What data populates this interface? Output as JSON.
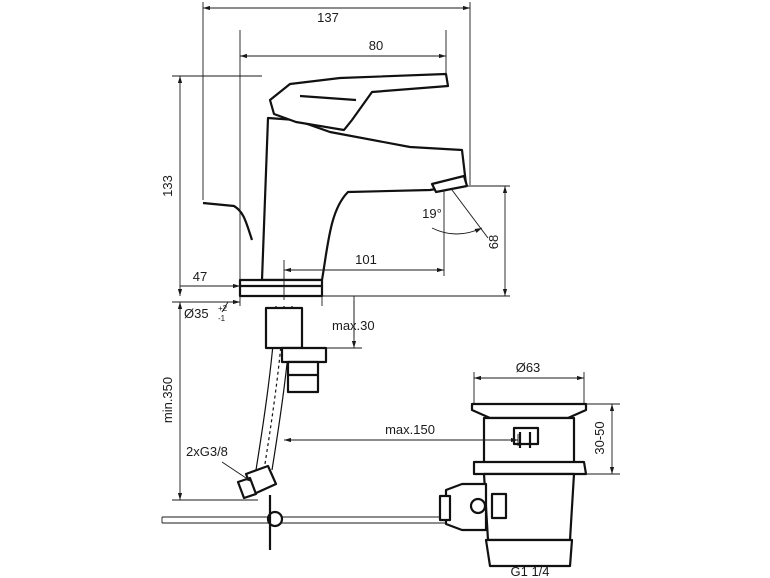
{
  "dimensions": {
    "overall_width": "137",
    "lever_width": "80",
    "height": "133",
    "spout_reach": "101",
    "base_offset": "47",
    "spout_height": "68",
    "base_diameter": "Ø35",
    "base_diameter_tol_plus": "+2",
    "base_diameter_tol_minus": "-1",
    "spout_angle": "19°",
    "deck_thickness": "max.30",
    "hose_length": "min.350",
    "connection_thread": "2xG3/8",
    "waste_reach": "max.150",
    "waste_diameter": "Ø63",
    "waste_adjust": "30-50",
    "waste_thread": "G1 1/4"
  }
}
